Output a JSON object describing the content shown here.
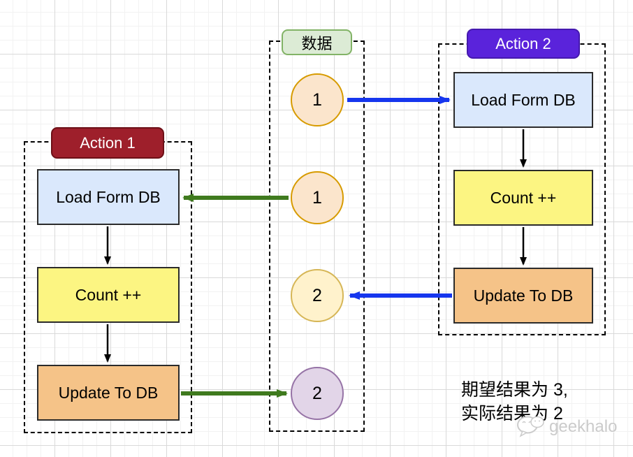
{
  "diagram": {
    "data_column": {
      "title": "数据",
      "values": [
        "1",
        "1",
        "2",
        "2"
      ]
    },
    "action1": {
      "title": "Action 1",
      "steps": [
        "Load Form DB",
        "Count ++",
        "Update To DB"
      ]
    },
    "action2": {
      "title": "Action 2",
      "steps": [
        "Load Form DB",
        "Count ++",
        "Update To DB"
      ]
    },
    "note": {
      "line1": "期望结果为 3,",
      "line2": "实际结果为 2"
    },
    "watermark": "geekhalo"
  },
  "colors": {
    "arrow_blue": "#1636ee",
    "arrow_green": "#3f7a1e",
    "arrow_black": "#000000",
    "box_blue": "#dae8fc",
    "box_yellow": "#fcf582",
    "box_orange": "#f5c388",
    "circle_peach": "#fbe5cc",
    "circle_peach_border": "#d79b00",
    "circle_yellow": "#fff2cc",
    "circle_yellow_border": "#d6b656",
    "circle_purple": "#e2d5e8",
    "circle_purple_border": "#9673a6",
    "data_pill_bg": "#dcebd5",
    "data_pill_border": "#82b366",
    "action1_bg": "#9e1f2b",
    "action2_bg": "#5a23db"
  }
}
